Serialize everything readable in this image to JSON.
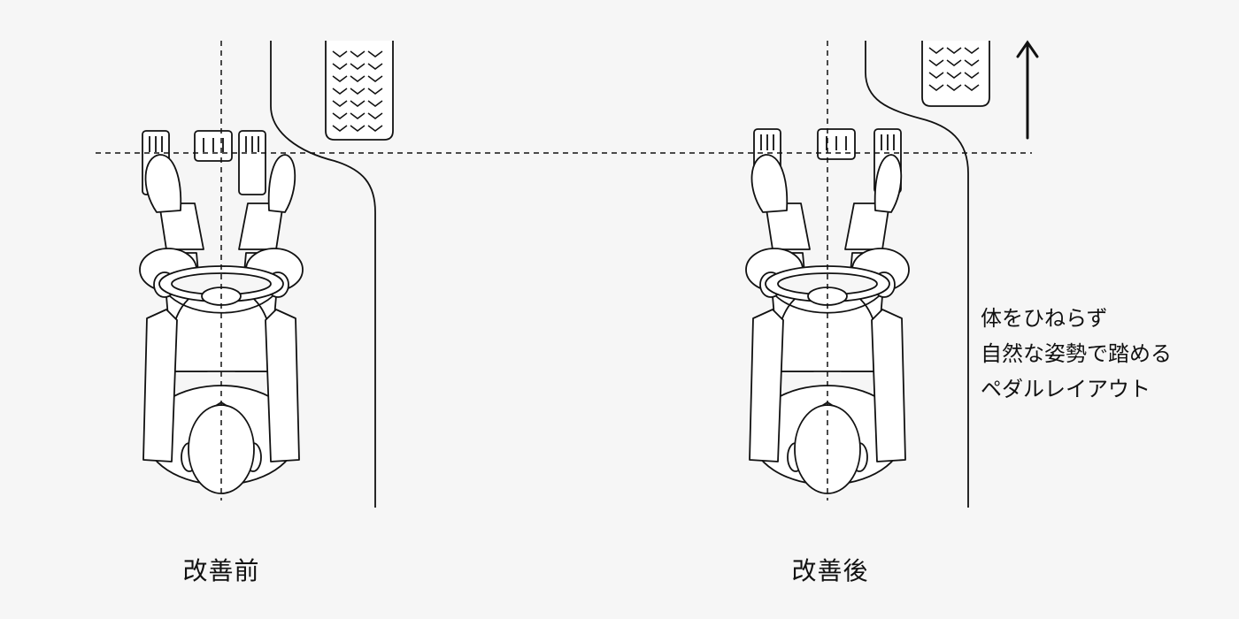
{
  "captions": {
    "before": "改善前",
    "after": "改善後"
  },
  "note_lines": [
    "体をひねらず",
    "自然な姿勢で踏める",
    "ペダルレイアウト"
  ],
  "colors": {
    "background": "#f6f6f6",
    "stroke": "#111111"
  }
}
